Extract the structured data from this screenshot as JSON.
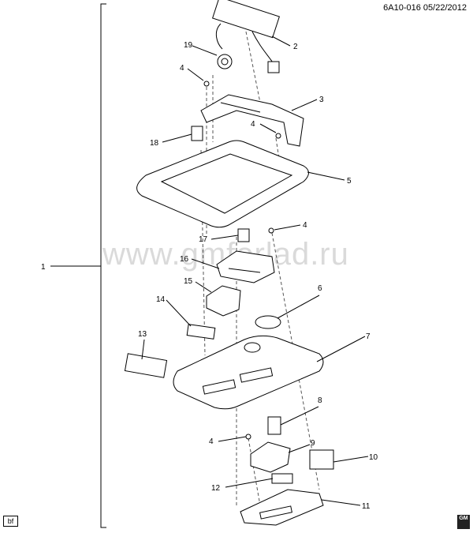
{
  "header": {
    "code": "6A10-016  05/22/2012"
  },
  "watermark": "www.gmforlad.ru",
  "callouts": {
    "c1": "1",
    "c2": "2",
    "c3": "3",
    "c4a": "4",
    "c4b": "4",
    "c4c": "4",
    "c4d": "4",
    "c5": "5",
    "c6": "6",
    "c7": "7",
    "c8": "8",
    "c9": "9",
    "c10": "10",
    "c11": "11",
    "c12": "12",
    "c13": "13",
    "c14": "14",
    "c15": "15",
    "c16": "16",
    "c17": "17",
    "c18": "18",
    "c19": "19"
  },
  "footer": {
    "left_tag": "bf",
    "logo_text": "GM"
  }
}
